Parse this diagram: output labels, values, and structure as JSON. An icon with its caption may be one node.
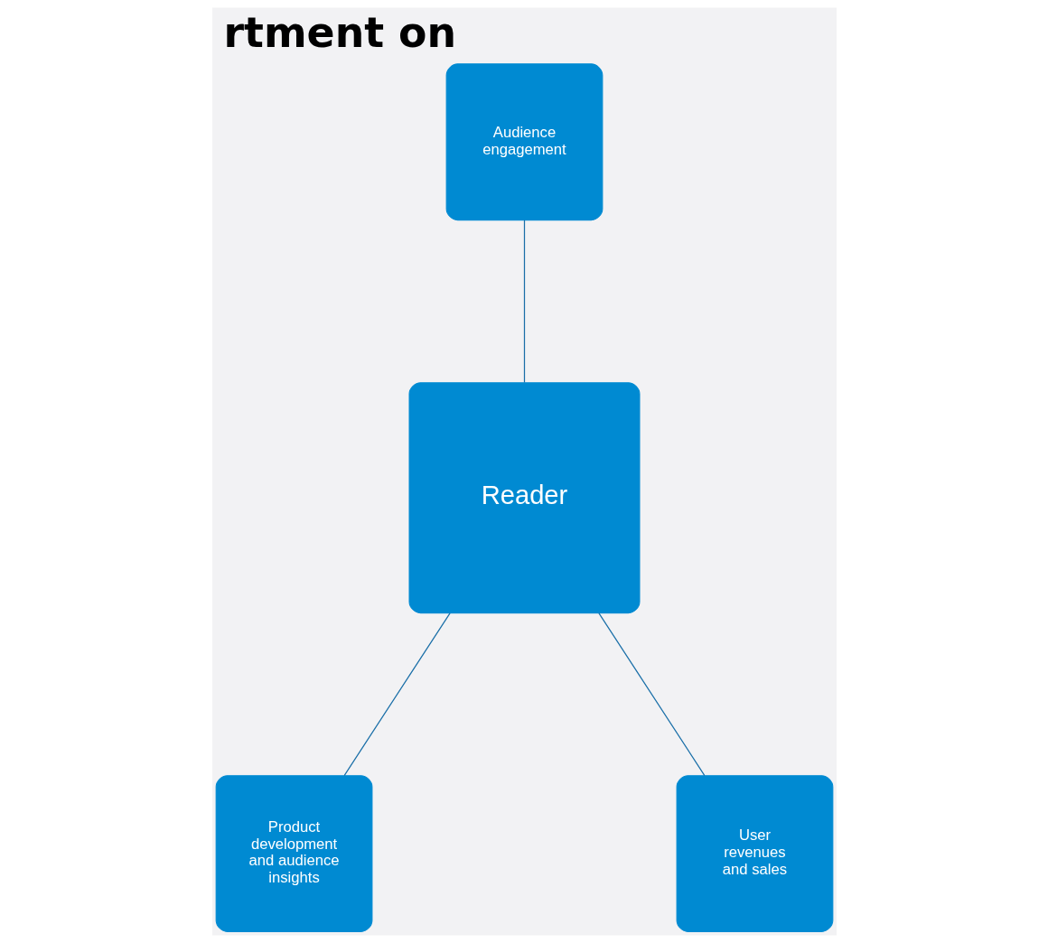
{
  "diagram": {
    "title": "rtment on",
    "nodes": [
      {
        "text": [
          "Audience engagement"
        ]
      },
      {
        "text": [
          "Reader"
        ]
      },
      {
        "text": [
          "Product development and audience insights"
        ]
      },
      {
        "text": [
          "User revenues and sales"
        ]
      }
    ],
    "edges": [
      {
        "from": 0,
        "to": 1,
        "arrow": "none"
      },
      {
        "from": 1,
        "to": 2,
        "arrow": "none"
      },
      {
        "from": 1,
        "to": 3,
        "arrow": "none"
      }
    ]
  }
}
